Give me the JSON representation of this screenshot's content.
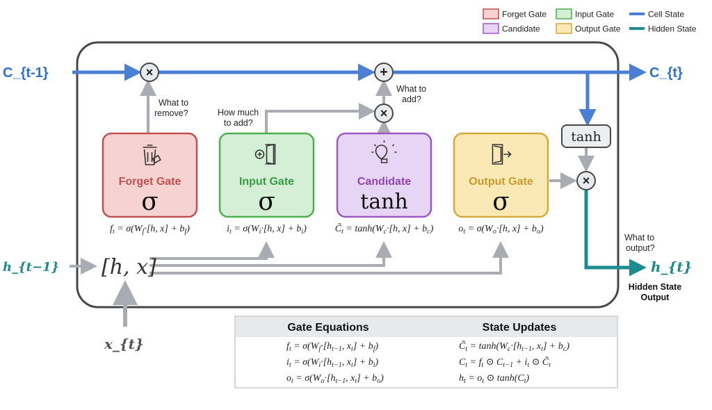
{
  "legend": [
    {
      "label": "Forget Gate",
      "kind": "box",
      "fill": "#f6d3d0",
      "stroke": "#c0504d"
    },
    {
      "label": "Input Gate",
      "kind": "box",
      "fill": "#d5efd6",
      "stroke": "#4caf50"
    },
    {
      "label": "Cell State",
      "kind": "line",
      "stroke": "#4a7fd4"
    },
    {
      "label": "Candidate",
      "kind": "box",
      "fill": "#e6d5f5",
      "stroke": "#9b59c6"
    },
    {
      "label": "Output Gate",
      "kind": "box",
      "fill": "#fbe9b5",
      "stroke": "#d4a93c"
    },
    {
      "label": "Hidden State",
      "kind": "line",
      "stroke": "#1f8a8f"
    }
  ],
  "colors": {
    "cell_state": "#4a7fd4",
    "hidden_state": "#1f8a8f",
    "flow": "#a9adb3",
    "frame": "#45474b"
  },
  "labels": {
    "c_prev": "C_{t-1}",
    "c_next": "C_{t}",
    "h_prev": "h_{t−1}",
    "h_next": "h_{t}",
    "x_t": "x_{t}",
    "concat": "[h, x]",
    "tanh_box": "tanh",
    "hidden_output_1": "Hidden State",
    "hidden_output_2": "Output"
  },
  "notes": {
    "remove": [
      "What to",
      "remove?"
    ],
    "how_much": [
      "How much",
      "to add?"
    ],
    "add": [
      "What to",
      "add?"
    ],
    "output": [
      "What to",
      "output?"
    ]
  },
  "ops": {
    "multiply": "×",
    "add": "+"
  },
  "gates": [
    {
      "name": "Forget Gate",
      "symbol": "σ",
      "icon": "trash-icon",
      "equation": "f_{t} = σ(W_{f}·[h, x] + b_{f})",
      "fill": "#f6d3d0",
      "stroke": "#c0504d",
      "text": "#c0504d"
    },
    {
      "name": "Input Gate",
      "symbol": "σ",
      "icon": "door-enter-icon",
      "equation": "i_{t} = σ(W_{i}·[h, x] + b_{i})",
      "fill": "#d5efd6",
      "stroke": "#4caf50",
      "text": "#3a9a45"
    },
    {
      "name": "Candidate",
      "symbol": "tanh",
      "icon": "lightbulb-icon",
      "equation": "C̃_{t} = tanh(W_{c}·[h, x] + b_{c})",
      "fill": "#e6d5f5",
      "stroke": "#9b59c6",
      "text": "#8e44ad"
    },
    {
      "name": "Output Gate",
      "symbol": "σ",
      "icon": "door-exit-icon",
      "equation": "o_{t} = σ(W_{o}·[h, x] + b_{o})",
      "fill": "#fbe9b5",
      "stroke": "#d4a93c",
      "text": "#c99a2e"
    }
  ],
  "equations_table": {
    "headers": [
      "Gate Equations",
      "State Updates"
    ],
    "gate_equations": [
      "f_{t} = σ(W_{f}·[h_{t−1}, x_{t}] + b_{f})",
      "i_{t} = σ(W_{i}·[h_{t−1}, x_{t}] + b_{i})",
      "o_{t} = σ(W_{o}·[h_{t−1}, x_{t}] + b_{o})"
    ],
    "state_updates": [
      "C̃_{t} = tanh(W_{c}·[h_{t−1}, x_{t}] + b_{c})",
      "C_{t} = f_{t} ⊙ C_{t−1} + i_{t} ⊙ C̃_{t}",
      "h_{t} = o_{t} ⊙ tanh(C_{t})"
    ]
  }
}
